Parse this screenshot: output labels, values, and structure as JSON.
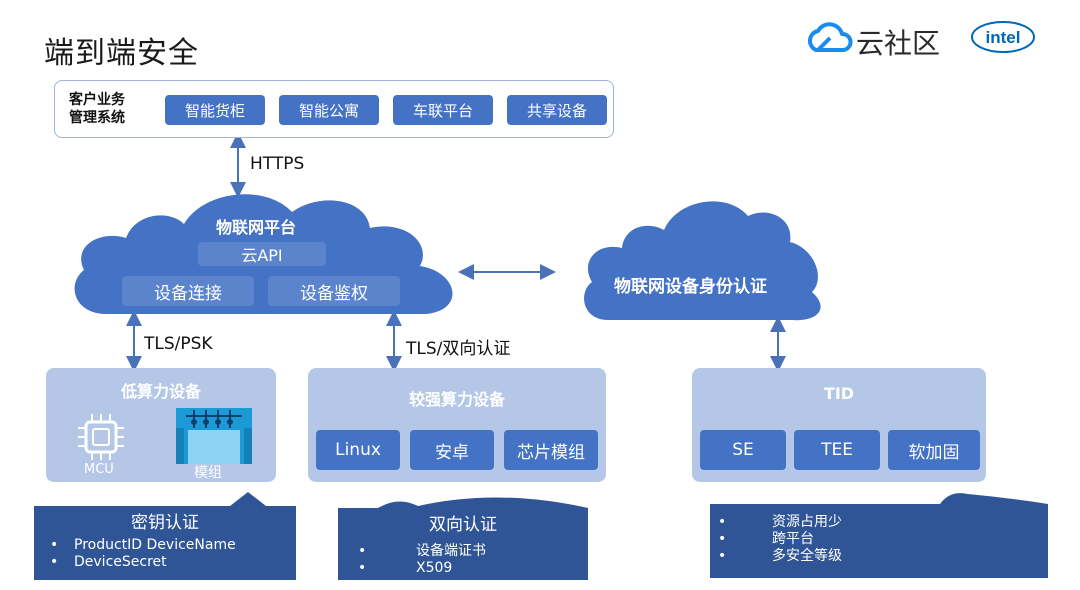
{
  "page": {
    "title": "端到端安全"
  },
  "logos": {
    "cloud_text": "云社区",
    "intel_text": "intel"
  },
  "business": {
    "label_line1": "客户业务",
    "label_line2": "管理系统",
    "items": [
      "智能货柜",
      "智能公寓",
      "车联平台",
      "共享设备"
    ]
  },
  "links": {
    "https": "HTTPS",
    "tls_psk": "TLS/PSK",
    "tls_mutual": "TLS/双向认证"
  },
  "platform": {
    "title": "物联网平台",
    "cloud_api": "云API",
    "device_connect": "设备连接",
    "device_auth": "设备鉴权"
  },
  "identity": {
    "title": "物联网设备身份认证"
  },
  "low_power": {
    "title": "低算力设备",
    "mcu_label": "MCU",
    "module_label": "模组"
  },
  "high_power": {
    "title": "较强算力设备",
    "items": [
      "Linux",
      "安卓",
      "芯片模组"
    ]
  },
  "tid": {
    "title": "TID",
    "items": [
      "SE",
      "TEE",
      "软加固"
    ]
  },
  "features": [
    {
      "title": "密钥认证",
      "bullets": [
        "ProductID  DeviceName",
        "DeviceSecret"
      ]
    },
    {
      "title": "双向认证",
      "bullets": [
        "设备端证书",
        "X509"
      ]
    },
    {
      "title": "",
      "bullets": [
        "资源占用少",
        "跨平台",
        "多安全等级"
      ]
    }
  ],
  "colors": {
    "primary_blue": "#4472c4",
    "light_blue": "#b4c7e7",
    "dark_blue": "#2f5597",
    "arrow": "#4a72b8"
  }
}
